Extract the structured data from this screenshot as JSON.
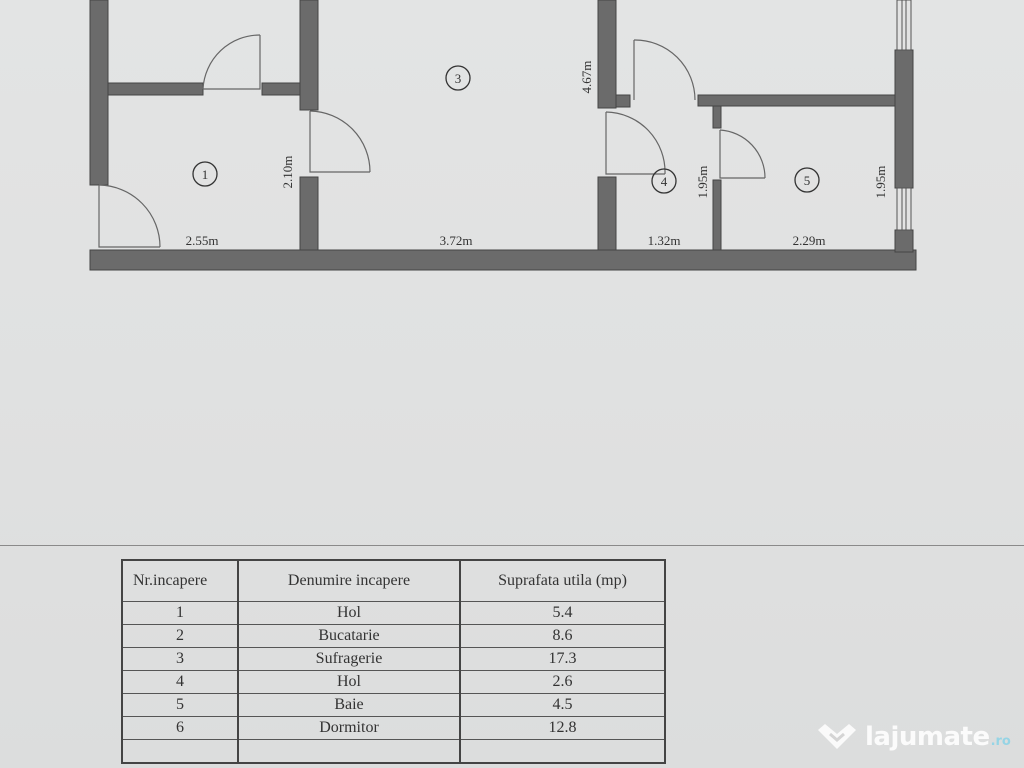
{
  "floor_plan": {
    "rooms": [
      {
        "id": "1",
        "label": "①"
      },
      {
        "id": "3",
        "label": "③"
      },
      {
        "id": "4",
        "label": "④"
      },
      {
        "id": "5",
        "label": "⑤"
      }
    ],
    "dimensions": {
      "hol1_width": "2.55m",
      "hol1_height": "2.10m",
      "sufragerie_width": "3.72m",
      "sufragerie_height": "4.67m",
      "hol4_width": "1.32m",
      "hol4_height": "1.95m",
      "baie_width": "2.29m",
      "baie_height": "1.95m"
    },
    "colors": {
      "wall": "#6b6b6b",
      "line": "#555555"
    }
  },
  "table": {
    "headers": [
      "Nr.incapere",
      "Denumire incapere",
      "Suprafata utila (mp)"
    ],
    "rows": [
      {
        "nr": "1",
        "name": "Hol",
        "area": "5.4"
      },
      {
        "nr": "2",
        "name": "Bucatarie",
        "area": "8.6"
      },
      {
        "nr": "3",
        "name": "Sufragerie",
        "area": "17.3"
      },
      {
        "nr": "4",
        "name": "Hol",
        "area": "2.6"
      },
      {
        "nr": "5",
        "name": "Baie",
        "area": "4.5"
      },
      {
        "nr": "6",
        "name": "Dormitor",
        "area": "12.8"
      },
      {
        "nr": "",
        "name": "",
        "area": ""
      }
    ]
  },
  "watermark": {
    "brand": "lajumate",
    "tld": ".ro",
    "icon": "handshake-heart-icon"
  }
}
